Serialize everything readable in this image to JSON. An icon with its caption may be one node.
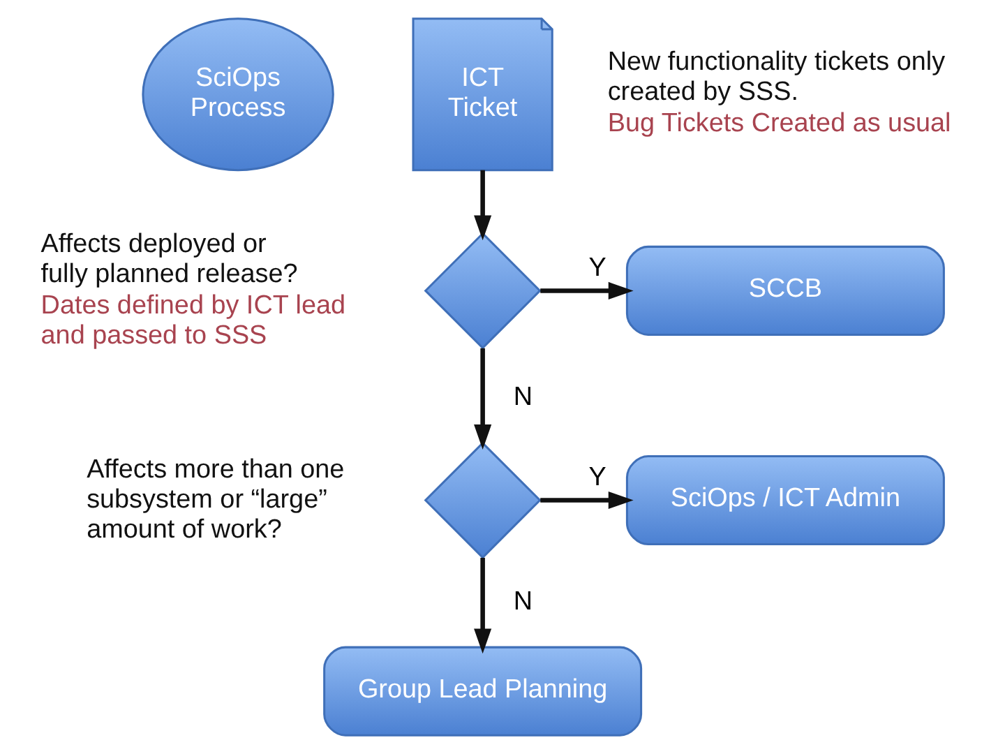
{
  "diagram": {
    "nodes": [
      {
        "text": [
          "SciOps Process"
        ]
      },
      {
        "text": [
          "ICT Ticket"
        ]
      },
      {
        "text": [],
        "shape": "diamond",
        "beside": [
          "Affects deployed or fully planned release?",
          "Dates defined by ICT lead and passed to SSS"
        ]
      },
      {
        "text": [
          "SCCB"
        ]
      },
      {
        "text": [],
        "shape": "diamond",
        "beside": [
          "Affects more than one subsystem or “large” amount of work?"
        ]
      },
      {
        "text": [
          "SciOps / ICT Admin"
        ]
      },
      {
        "text": [
          "Group Lead Planning"
        ]
      }
    ],
    "edges": [
      {
        "from": 1,
        "to": 2,
        "arrow": "to"
      },
      {
        "from": 2,
        "to": 3,
        "arrow": "to",
        "label": "Y"
      },
      {
        "from": 2,
        "to": 4,
        "arrow": "to",
        "label": "N"
      },
      {
        "from": 4,
        "to": 5,
        "arrow": "to",
        "label": "Y"
      },
      {
        "from": 4,
        "to": 6,
        "arrow": "to",
        "label": "N"
      }
    ],
    "labels": [
      "New functionality tickets only created by SSS.",
      "Bug Tickets Created as usual"
    ]
  }
}
